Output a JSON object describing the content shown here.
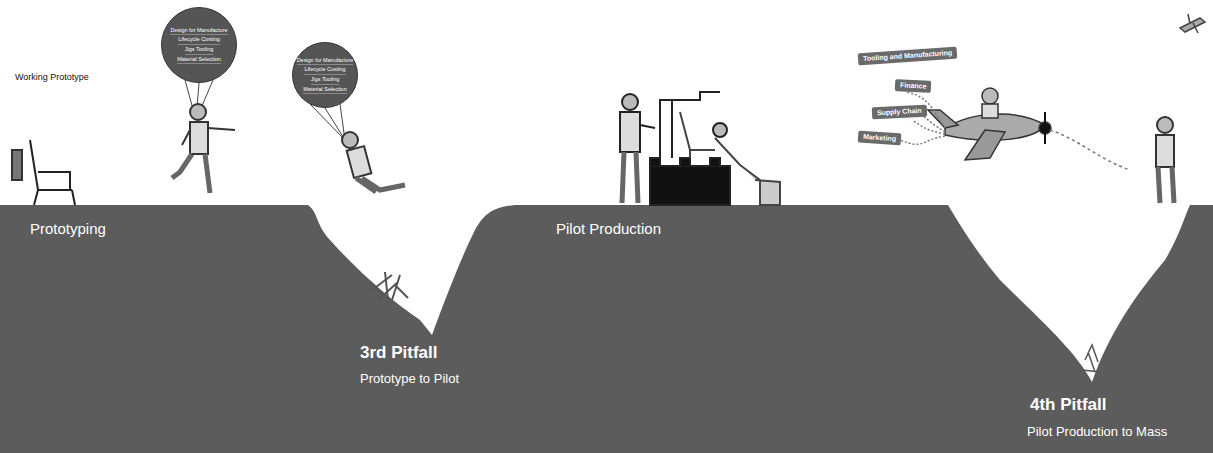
{
  "diagram": {
    "nodes": [
      {
        "text": [
          "Design for Manufacture",
          "Lifecycle Costing",
          "Jigs Tooling",
          "Material Selection"
        ]
      },
      {
        "text": [
          "Design for Manufacture",
          "Lifecycle Costing",
          "Jigs Tooling",
          "Material Selection"
        ]
      },
      {
        "text": [
          "Tooling and Manufacturing"
        ]
      },
      {
        "text": [
          "Finance"
        ]
      },
      {
        "text": [
          "Supply Chain"
        ]
      },
      {
        "text": [
          "Marketing"
        ]
      }
    ],
    "labels": [
      "Working Prototype",
      "Prototyping",
      "3rd Pitfall",
      "Prototype to Pilot",
      "Pilot Production",
      "4th Pitfall",
      "Pilot Production to Mass"
    ]
  }
}
